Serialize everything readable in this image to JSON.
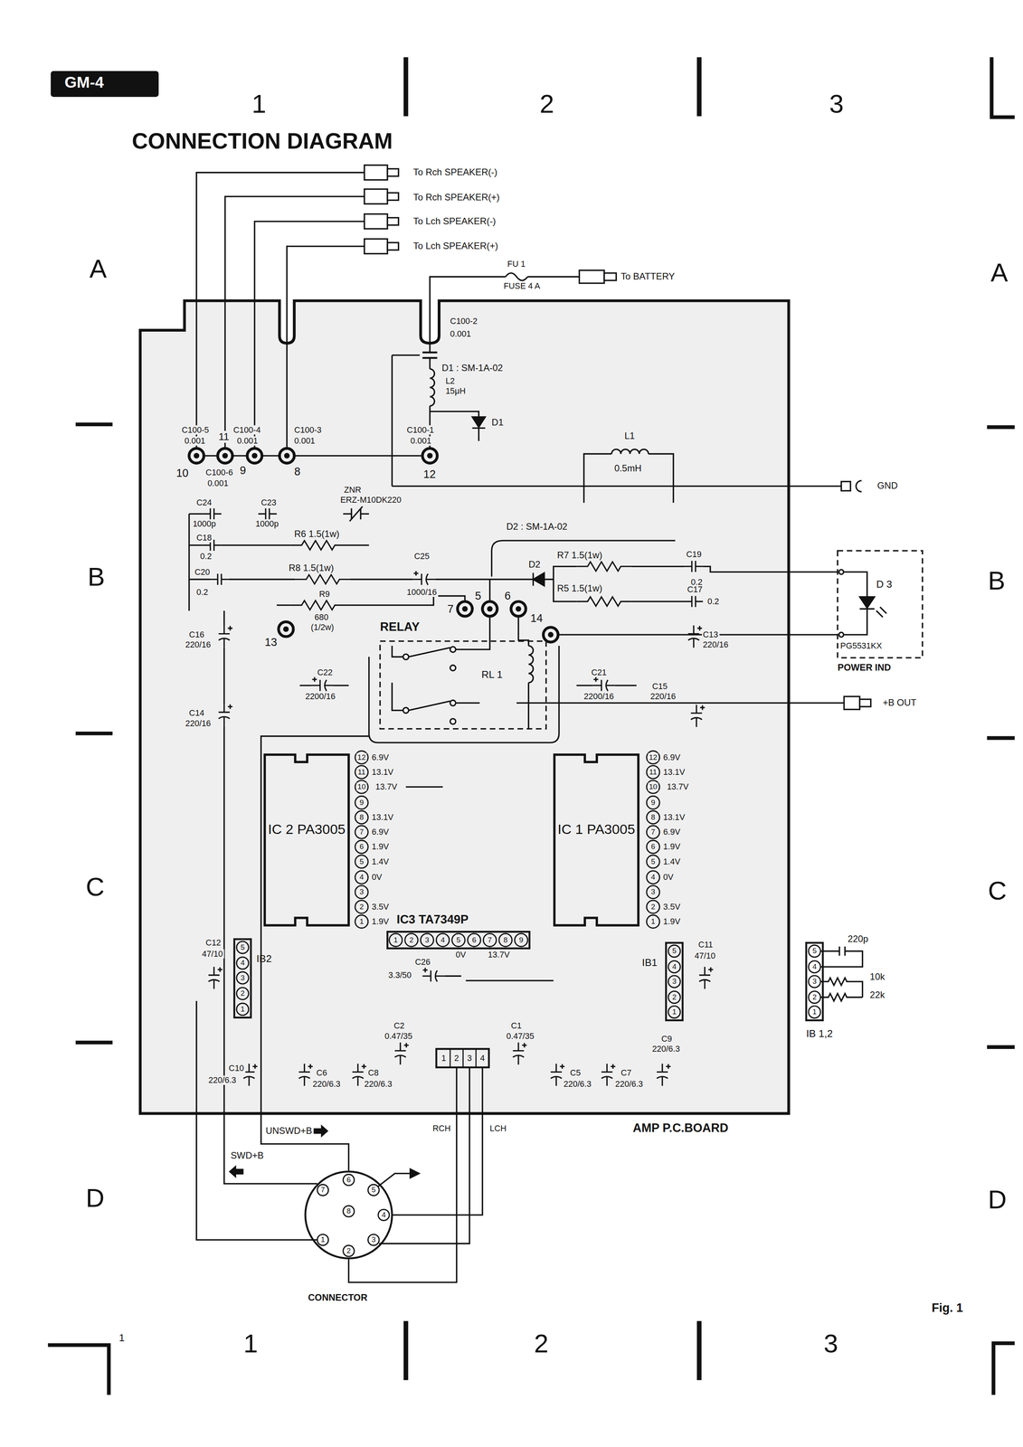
{
  "diagram": {
    "title": "CONNECTION DIAGRAM",
    "caption": "Fig. 1",
    "nodes": [
      {
        "text": [
          "AMP P.C.BOARD"
        ]
      },
      {
        "text": [
          "RELAY",
          "RL 1"
        ],
        "in": 0
      },
      {
        "text": [
          "IC 2 PA3005"
        ],
        "in": 0
      },
      {
        "text": [
          "IC 1 PA3005"
        ],
        "in": 0
      },
      {
        "text": [
          "IC3 TA7349P"
        ],
        "in": 0
      },
      {
        "text": [
          "IB2"
        ],
        "in": 0
      },
      {
        "text": [
          "IB1"
        ],
        "in": 0
      },
      {
        "text": [
          "D 3",
          "PG5531KX",
          "POWER IND"
        ]
      },
      {
        "text": [
          "IB 1,2"
        ]
      },
      {
        "text": [
          "CONNECTOR"
        ]
      }
    ],
    "edges": [
      {
        "from": 9,
        "to": 0,
        "label": "RCH",
        "arrow": "none"
      },
      {
        "from": 9,
        "to": 0,
        "label": "LCH",
        "arrow": "none"
      },
      {
        "from": 9,
        "to": 0,
        "label": "UNSWD+B",
        "arrow": "none"
      },
      {
        "from": 9,
        "to": 0,
        "label": "SWD+B",
        "arrow": "none"
      },
      {
        "from": 0,
        "to": 7,
        "arrow": "none"
      },
      {
        "from": 0,
        "to": 7,
        "arrow": "none"
      }
    ],
    "labels": [
      "GM-4",
      "1",
      "2",
      "3",
      "A",
      "B",
      "C",
      "D",
      "A",
      "B",
      "C",
      "D",
      "1",
      "1",
      "2",
      "3",
      "To Rch SPEAKER(-)",
      "To Rch SPEAKER(+)",
      "To Lch SPEAKER(-)",
      "To Lch SPEAKER(+)",
      "FU 1",
      "FUSE 4 A",
      "To BATTERY",
      "C100-2",
      "0.001",
      "D1 : SM-1A-02",
      "L2",
      "15μH",
      "D1",
      "C100-5",
      "0.001",
      "11",
      "C100-4",
      "0.001",
      "C100-3",
      "0.001",
      "10",
      "C100-6",
      "0.001",
      "9",
      "8",
      "C100-1",
      "0.001",
      "12",
      "L1",
      "0.5mH",
      "GND",
      "C24",
      "1000p",
      "C23",
      "1000p",
      "ZNR",
      "ERZ-M10DK220",
      "D2 : SM-1A-02",
      "C18",
      "0.2",
      "R6 1.5(1w)",
      "R8 1.5(1w)",
      "C25",
      "1000/16",
      "D2",
      "R7 1.5(1w)",
      "C19",
      "0.2",
      "R5 1.5(1w)",
      "C17",
      "0.2",
      "C20",
      "0.2",
      "R9",
      "680",
      "(1/2w)",
      "13",
      "7",
      "5",
      "6",
      "14",
      "C16",
      "220/16",
      "C14",
      "220/16",
      "C22",
      "2200/16",
      "C21",
      "2200/16",
      "C13",
      "220/16",
      "C15",
      "220/16",
      "+B OUT",
      "12",
      "11",
      "10",
      "9",
      "8",
      "7",
      "6",
      "5",
      "4",
      "3",
      "2",
      "1",
      "6.9V",
      "13.1V",
      "13.7V",
      "13.1V",
      "6.9V",
      "1.9V",
      "1.4V",
      "0V",
      "3.5V",
      "1.9V",
      "12",
      "11",
      "10",
      "9",
      "8",
      "7",
      "6",
      "5",
      "4",
      "3",
      "2",
      "1",
      "6.9V",
      "13.1V",
      "13.7V",
      "13.1V",
      "6.9V",
      "1.9V",
      "1.4V",
      "0V",
      "3.5V",
      "1.9V",
      "1",
      "2",
      "3",
      "4",
      "5",
      "6",
      "7",
      "8",
      "9",
      "0V",
      "13.7V",
      "C26",
      "3.3/50",
      "5",
      "4",
      "3",
      "2",
      "1",
      "C12",
      "47/10",
      "5",
      "4",
      "3",
      "2",
      "1",
      "C11",
      "47/10",
      "5",
      "4",
      "3",
      "2",
      "1",
      "220p",
      "10k",
      "22k",
      "C2",
      "0.47/35",
      "C1",
      "0.47/35",
      "C9",
      "220/6.3",
      "C10",
      "220/6.3",
      "C6",
      "220/6.3",
      "C8",
      "220/6.3",
      "C5",
      "220/6.3",
      "C7",
      "220/6.3",
      "1",
      "2",
      "3",
      "4",
      "1",
      "2",
      "3",
      "4",
      "5",
      "6",
      "7",
      "8"
    ]
  }
}
